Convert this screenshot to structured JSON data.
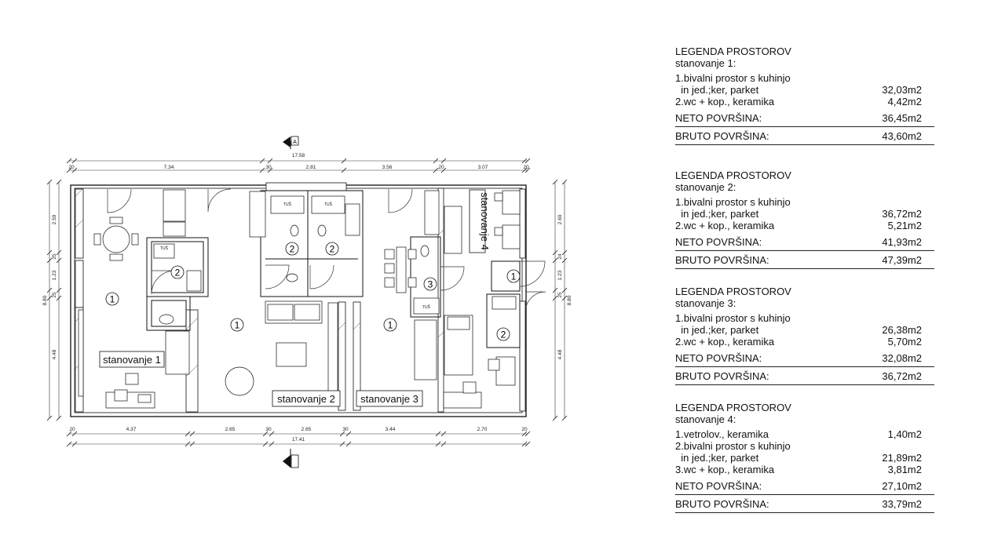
{
  "plan": {
    "north_marker": "A",
    "dims": {
      "top_total": "17.58",
      "top": [
        "20",
        "7.34",
        "30",
        "2.81",
        "3.56",
        "20",
        "3.07",
        "20"
      ],
      "bottom_total": "17.41",
      "bottom": [
        "20",
        "4.37",
        "2.65",
        "30",
        "2.65",
        "30",
        "3.44",
        "2.70",
        "20"
      ],
      "left": [
        "2.59",
        "25",
        "1.23",
        "25",
        "4.48"
      ],
      "left_total": "8.80",
      "right": [
        "2.60",
        "24",
        "1.23",
        "25",
        "4.48"
      ],
      "right_total": "8.80"
    },
    "apartment_labels": [
      "stanovanje 1",
      "stanovanje 2",
      "stanovanje 3",
      "stanovanje 4"
    ],
    "room_numbers": [
      "1",
      "2",
      "2",
      "2",
      "1",
      "1",
      "3",
      "1",
      "2"
    ],
    "shower_label": "TUŠ"
  },
  "legend": [
    {
      "title": "LEGENDA PROSTOROV",
      "subtitle": "stanovanje 1:",
      "rows": [
        {
          "text": "1.bivalni prostor s kuhinjo",
          "value": ""
        },
        {
          "text": "  in jed.;ker, parket",
          "value": "32,03m2"
        },
        {
          "text": "2.wc + kop., keramika",
          "value": "4,42m2"
        }
      ],
      "neto_label": "NETO POVRŠINA:",
      "neto": "36,45m2",
      "bruto_label": "BRUTO POVRŠINA:",
      "bruto": "43,60m2"
    },
    {
      "title": "LEGENDA PROSTOROV",
      "subtitle": "stanovanje 2:",
      "rows": [
        {
          "text": "1.bivalni prostor s kuhinjo",
          "value": ""
        },
        {
          "text": "  in jed.;ker, parket",
          "value": "36,72m2"
        },
        {
          "text": "2.wc + kop., keramika",
          "value": "5,21m2"
        }
      ],
      "neto_label": "NETO POVRŠINA:",
      "neto": "41,93m2",
      "bruto_label": "BRUTO POVRŠINA:",
      "bruto": "47,39m2"
    },
    {
      "title": "LEGENDA PROSTOROV",
      "subtitle": "stanovanje 3:",
      "rows": [
        {
          "text": "1.bivalni prostor s kuhinjo",
          "value": ""
        },
        {
          "text": "  in jed.;ker, parket",
          "value": "26,38m2"
        },
        {
          "text": "2.wc + kop., keramika",
          "value": "5,70m2"
        }
      ],
      "neto_label": "NETO POVRŠINA:",
      "neto": "32,08m2",
      "bruto_label": "BRUTO POVRŠINA:",
      "bruto": "36,72m2"
    },
    {
      "title": "LEGENDA PROSTOROV",
      "subtitle": "stanovanje 4:",
      "rows": [
        {
          "text": "1.vetrolov., keramika",
          "value": "1,40m2"
        },
        {
          "text": "2.bivalni prostor s kuhinjo",
          "value": ""
        },
        {
          "text": "  in jed.;ker, parket",
          "value": "21,89m2"
        },
        {
          "text": "3.wc + kop., keramika",
          "value": "3,81m2"
        }
      ],
      "neto_label": "NETO POVRŠINA:",
      "neto": "27,10m2",
      "bruto_label": "BRUTO POVRŠINA:",
      "bruto": "33,79m2"
    }
  ]
}
